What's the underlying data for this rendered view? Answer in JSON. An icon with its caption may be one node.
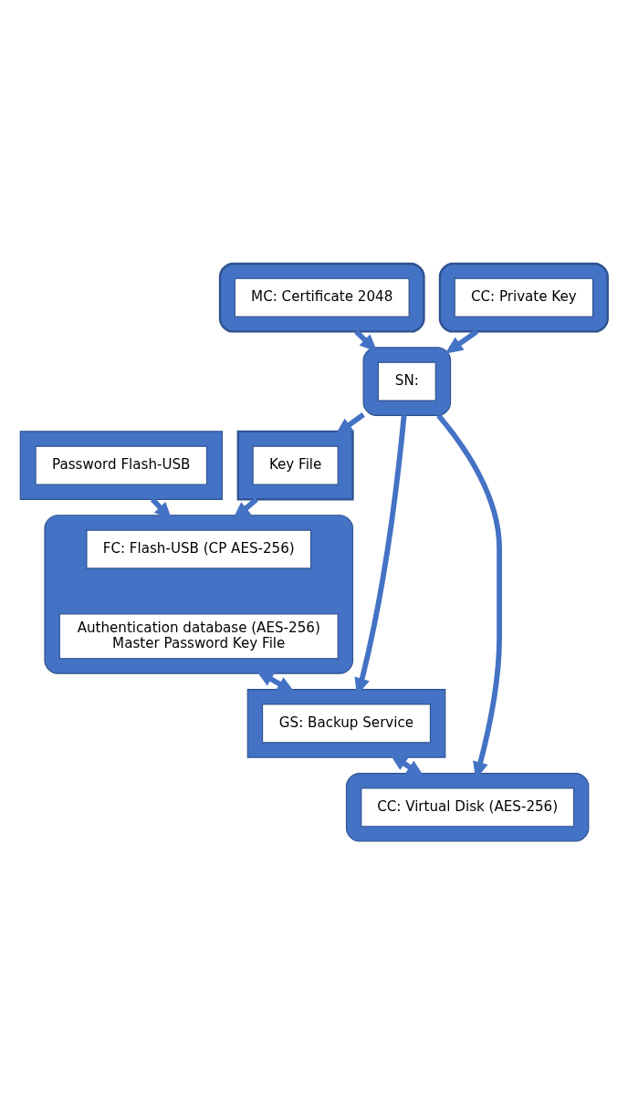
{
  "diagram": {
    "nodes": [
      {
        "text": [],
        "shape": "box"
      },
      {
        "text": [
          "Password Flash-USB"
        ],
        "in": 0
      },
      {
        "text": [],
        "shape": "cylinder"
      },
      {
        "text": [
          "FC: Flash-USB (CP AES-256)"
        ],
        "in": 2
      },
      {
        "text": [
          "Authentication database (AES-256)",
          "Master Password Key File"
        ],
        "in": 2
      },
      {
        "text": [],
        "shape": "document"
      },
      {
        "text": [
          "Key File"
        ],
        "in": 5
      },
      {
        "text": [],
        "shape": "cylinder"
      },
      {
        "text": [
          "SN:"
        ],
        "in": 7
      },
      {
        "text": [],
        "shape": "box"
      },
      {
        "text": [
          "GS: Backup Service"
        ],
        "in": 9
      },
      {
        "text": [],
        "shape": "cylinder"
      },
      {
        "text": [
          "CC: Virtual Disk (AES-256)"
        ],
        "in": 11
      },
      {
        "text": [],
        "shape": "tape"
      },
      {
        "text": [
          "MC: Certificate 2048"
        ],
        "in": 13
      },
      {
        "text": [],
        "shape": "tape"
      },
      {
        "text": [
          "CC: Private Key"
        ],
        "in": 15
      }
    ],
    "edges": [
      {
        "from": 0,
        "to": 2,
        "arrow": "to"
      },
      {
        "from": 5,
        "to": 2,
        "arrow": "to"
      },
      {
        "from": 7,
        "to": 5,
        "arrow": "to"
      },
      {
        "from": 2,
        "to": 9,
        "arrow": "both"
      },
      {
        "from": 7,
        "to": 9,
        "arrow": "to"
      },
      {
        "from": 7,
        "to": 11,
        "arrow": "to"
      },
      {
        "from": 9,
        "to": 11,
        "arrow": "both"
      },
      {
        "from": 13,
        "to": 7,
        "arrow": "to"
      },
      {
        "from": 15,
        "to": 7,
        "arrow": "to"
      }
    ]
  }
}
